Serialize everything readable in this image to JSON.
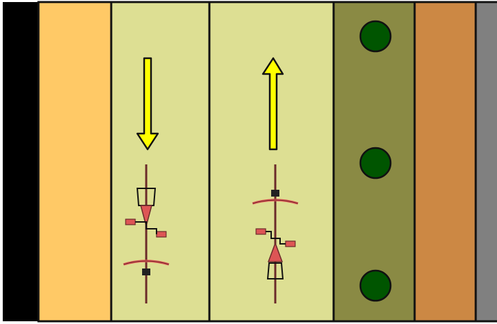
{
  "street_section": {
    "strips": [
      {
        "name": "curb-strip",
        "color": "#000000"
      },
      {
        "name": "sidewalk-strip",
        "color": "#FFC966"
      },
      {
        "name": "bike-lane-southbound",
        "color": "#DDDF93",
        "direction": "down"
      },
      {
        "name": "bike-lane-northbound",
        "color": "#DDDF93",
        "direction": "up"
      },
      {
        "name": "planting-strip",
        "color": "#8A8A44",
        "trees": 3
      },
      {
        "name": "terracotta-strip",
        "color": "#CC8844"
      },
      {
        "name": "gray-strip",
        "color": "#808080"
      }
    ],
    "colors": {
      "outline": "#111111",
      "arrow": "#FFFF00",
      "tree": "#005500",
      "bicycle": "#DD5555",
      "bicycle_frame": "#6B2A2A"
    },
    "icons": [
      "arrow-down-icon",
      "arrow-up-icon",
      "bicycle-icon",
      "tree-icon"
    ]
  }
}
